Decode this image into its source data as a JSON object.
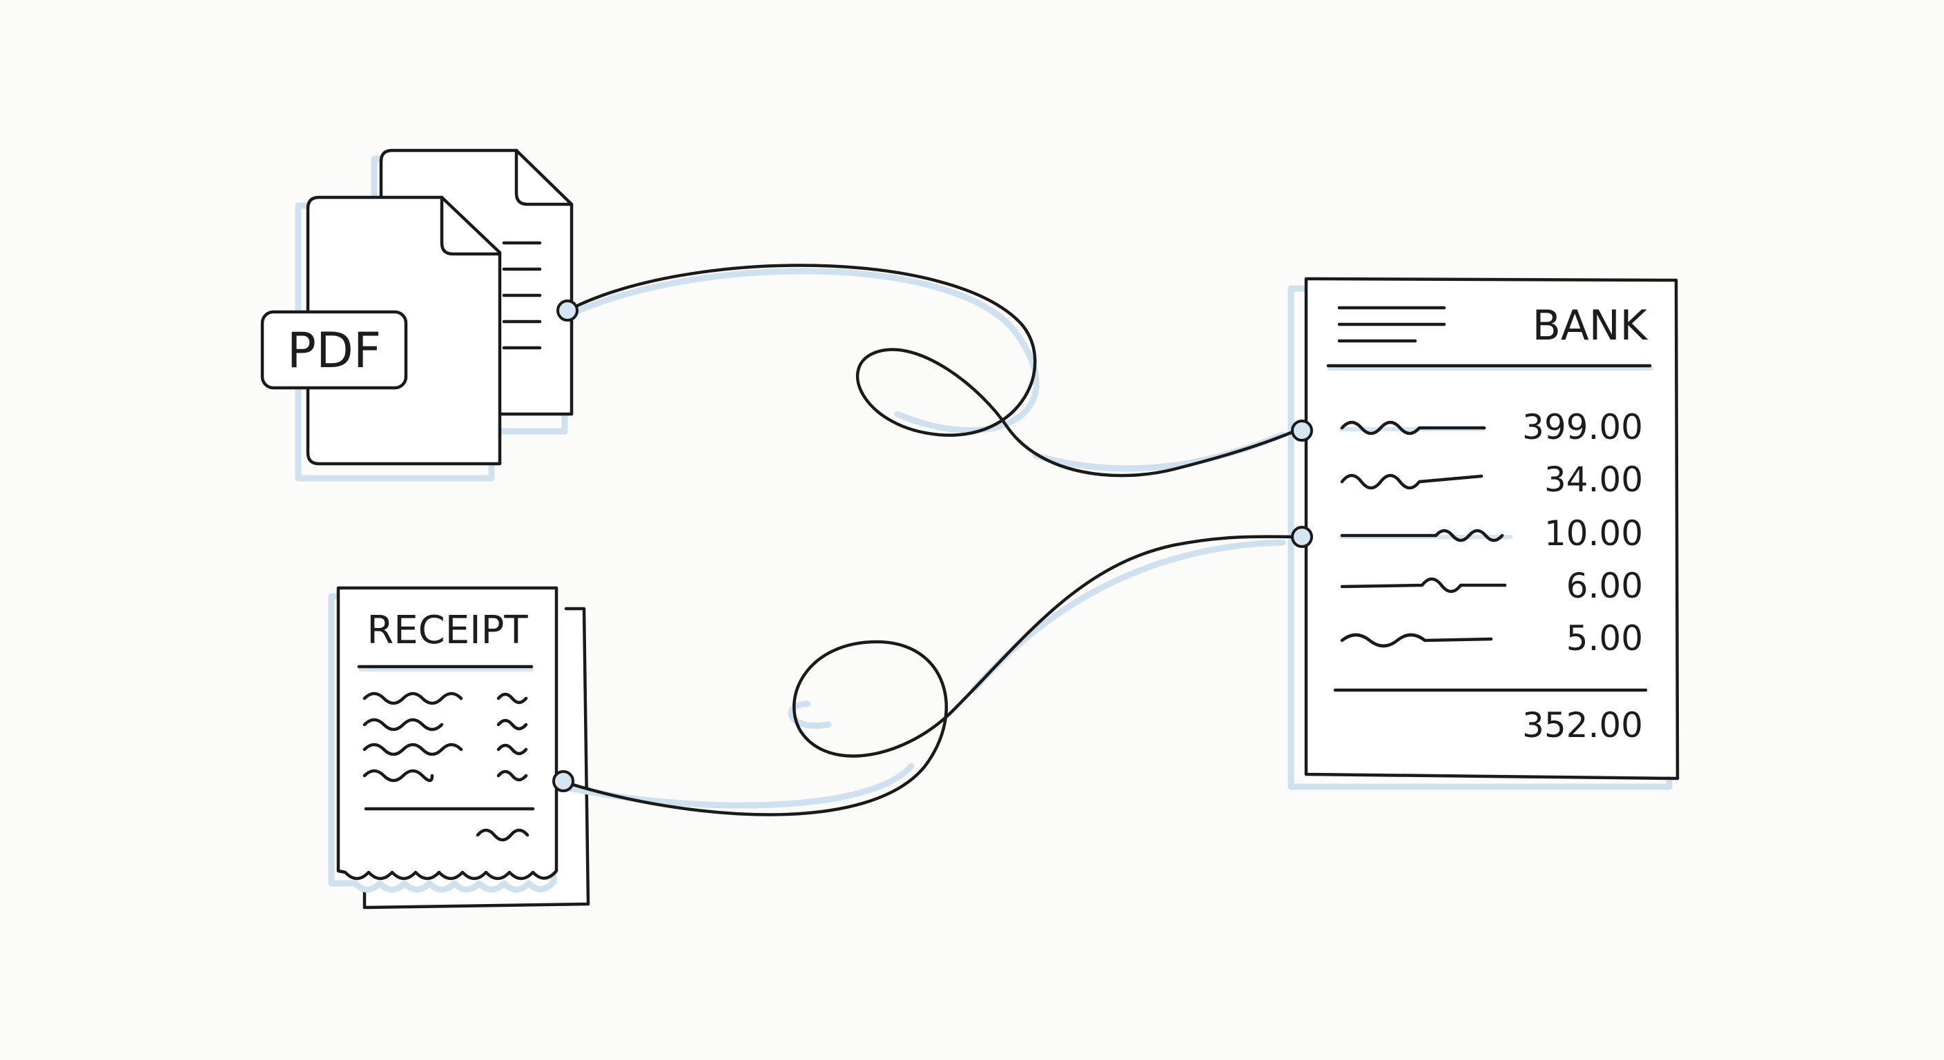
{
  "pdf_document": {
    "label": "PDF"
  },
  "receipt_document": {
    "title": "RECEIPT"
  },
  "bank_statement": {
    "title": "BANK",
    "amounts": [
      "399.00",
      "34.00",
      "10.00",
      "6.00",
      "5.00"
    ],
    "total": "352.00"
  },
  "colors": {
    "ink": "#1a1a1a",
    "accent_shadow": "#cfe1ee",
    "background": "#fbfbfa"
  }
}
